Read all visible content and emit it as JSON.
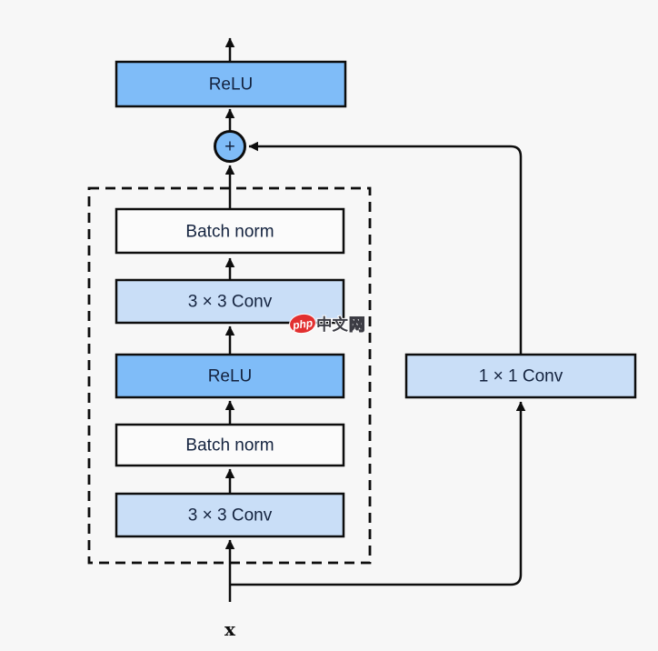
{
  "diagram": {
    "background": "#f7f7f7",
    "colors": {
      "relu_fill": "#7fbcf8",
      "conv_fill": "#c9def7",
      "norm_fill": "#fbfbfb",
      "stroke": "#0d0d0d",
      "label": "#14233f",
      "watermark_red": "#e23030"
    },
    "output_relu_label": "ReLU",
    "add_label": "+",
    "residual_group": {
      "batch_norm_top_label": "Batch norm",
      "conv3_top_label": "3 × 3 Conv",
      "relu_label": "ReLU",
      "batch_norm_bottom_label": "Batch norm",
      "conv3_bottom_label": "3 × 3 Conv"
    },
    "skip_branch": {
      "conv1_label": "1 × 1 Conv"
    },
    "input_label": "x",
    "watermark": {
      "badge": "php",
      "text_solid": "中文",
      "text_outline": "网"
    }
  }
}
